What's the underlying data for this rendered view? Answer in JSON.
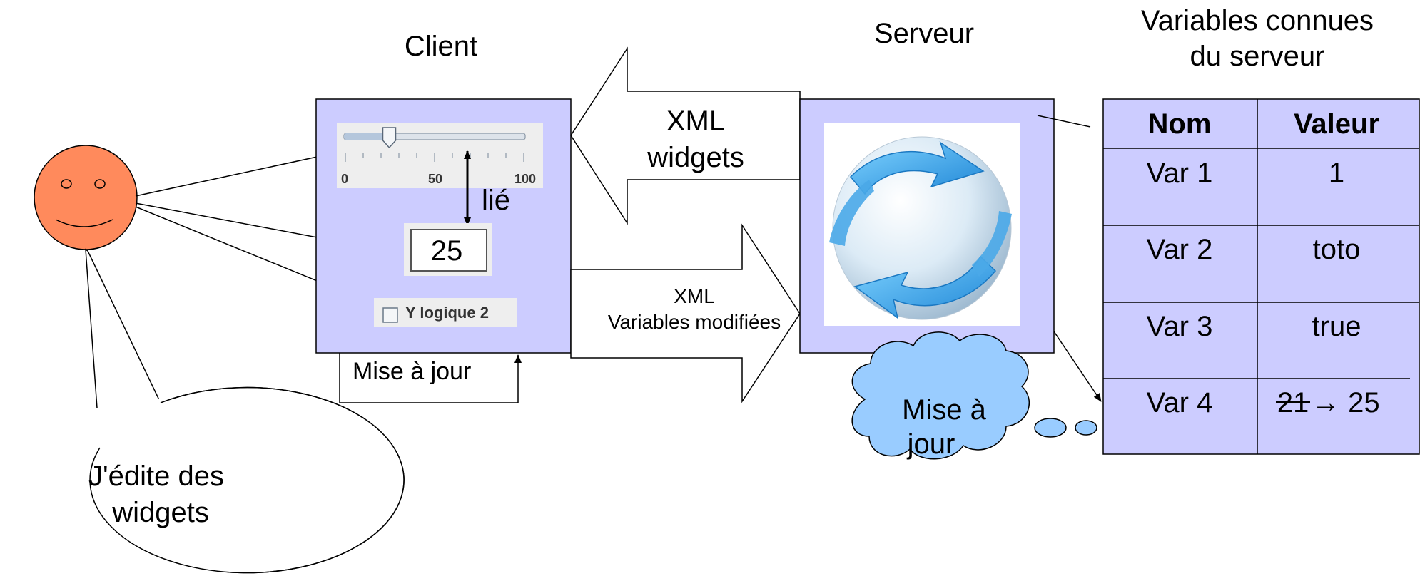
{
  "titles": {
    "client": "Client",
    "server": "Serveur",
    "variables_line1": "Variables connues",
    "variables_line2": "du serveur"
  },
  "client": {
    "slider": {
      "ticks": [
        "0",
        "50",
        "100"
      ],
      "value_fraction": 0.25
    },
    "linked_label": "lié",
    "number_field_value": "25",
    "checkbox_label": "Y logique 2",
    "update_label": "Mise à jour"
  },
  "arrows": {
    "to_client_line1": "XML",
    "to_client_line2": "widgets",
    "to_server_line1": "XML",
    "to_server_line2": "Variables modifiées"
  },
  "user": {
    "speech_line1": "J'édite des",
    "speech_line2": "widgets"
  },
  "server": {
    "thought_line1": "Mise à",
    "thought_line2": "jour"
  },
  "table": {
    "headers": [
      "Nom",
      "Valeur"
    ],
    "rows": [
      {
        "name": "Var 1",
        "value": "1"
      },
      {
        "name": "Var 2",
        "value": "toto"
      },
      {
        "name": "Var 3",
        "value": "true"
      },
      {
        "name": "Var 4",
        "old_value": "21",
        "value": "→ 25"
      }
    ]
  },
  "colors": {
    "panel": "#ccccff",
    "smiley": "#ff8a5c",
    "cloud": "#99ccff",
    "widget_bg": "#eeeeee"
  }
}
